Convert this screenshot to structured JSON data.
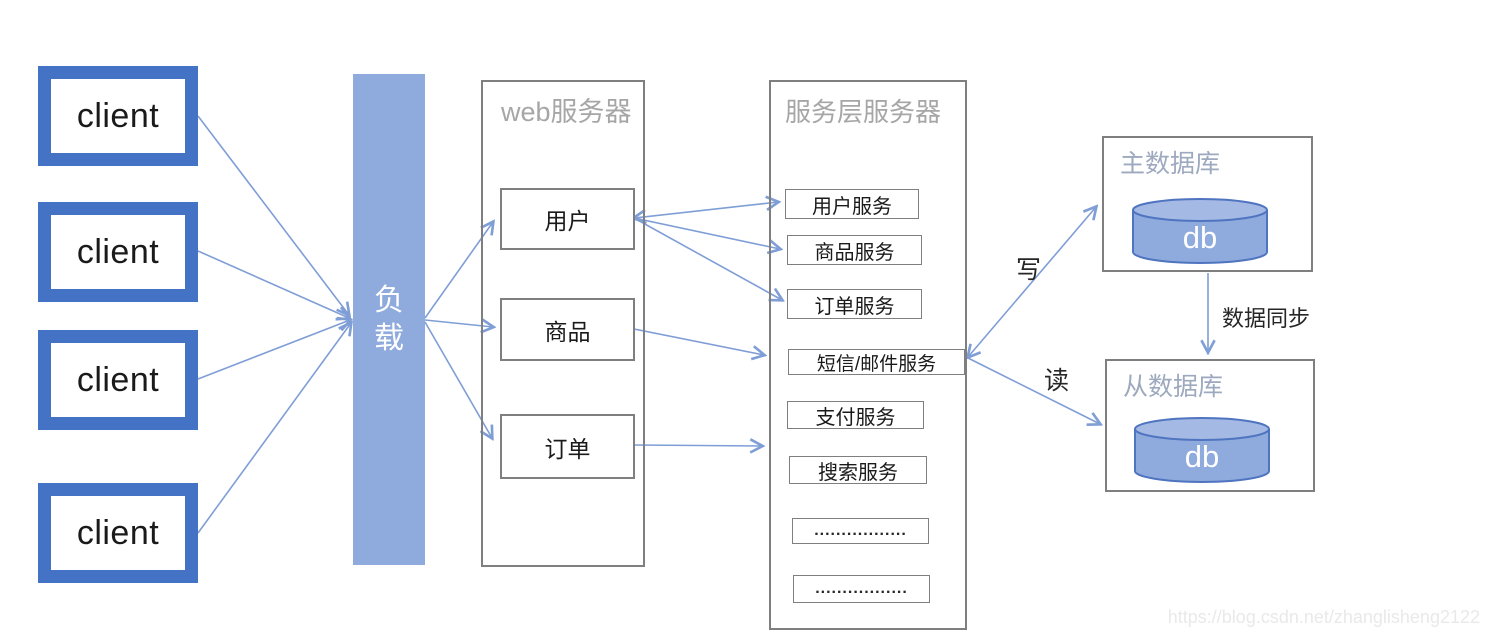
{
  "clients": [
    {
      "label": "client"
    },
    {
      "label": "client"
    },
    {
      "label": "client"
    },
    {
      "label": "client"
    }
  ],
  "load_balancer": {
    "label": "负载"
  },
  "web_server": {
    "title": "web服务器",
    "nodes": [
      {
        "label": "用户"
      },
      {
        "label": "商品"
      },
      {
        "label": "订单"
      }
    ]
  },
  "service_layer": {
    "title": "服务层服务器",
    "services": [
      {
        "label": "用户服务"
      },
      {
        "label": "商品服务"
      },
      {
        "label": "订单服务"
      },
      {
        "label": "短信/邮件服务"
      },
      {
        "label": "支付服务"
      },
      {
        "label": "搜索服务"
      },
      {
        "label": "................."
      },
      {
        "label": "................."
      }
    ]
  },
  "master_db": {
    "title": "主数据库",
    "db_label": "db"
  },
  "slave_db": {
    "title": "从数据库",
    "db_label": "db"
  },
  "edge_labels": {
    "write": "写",
    "read": "读",
    "sync": "数据同步"
  },
  "watermark": "https://blog.csdn.net/zhanglisheng2122",
  "colors": {
    "client_border": "#4472C4",
    "fill_blue": "#8FAADC",
    "cylinder_stroke": "#4F74C0",
    "arrow": "#7F9ED6",
    "container_border": "#7F7F7F",
    "title_gray": "#A6A6A6",
    "db_title_gray": "#9DA9BE"
  }
}
